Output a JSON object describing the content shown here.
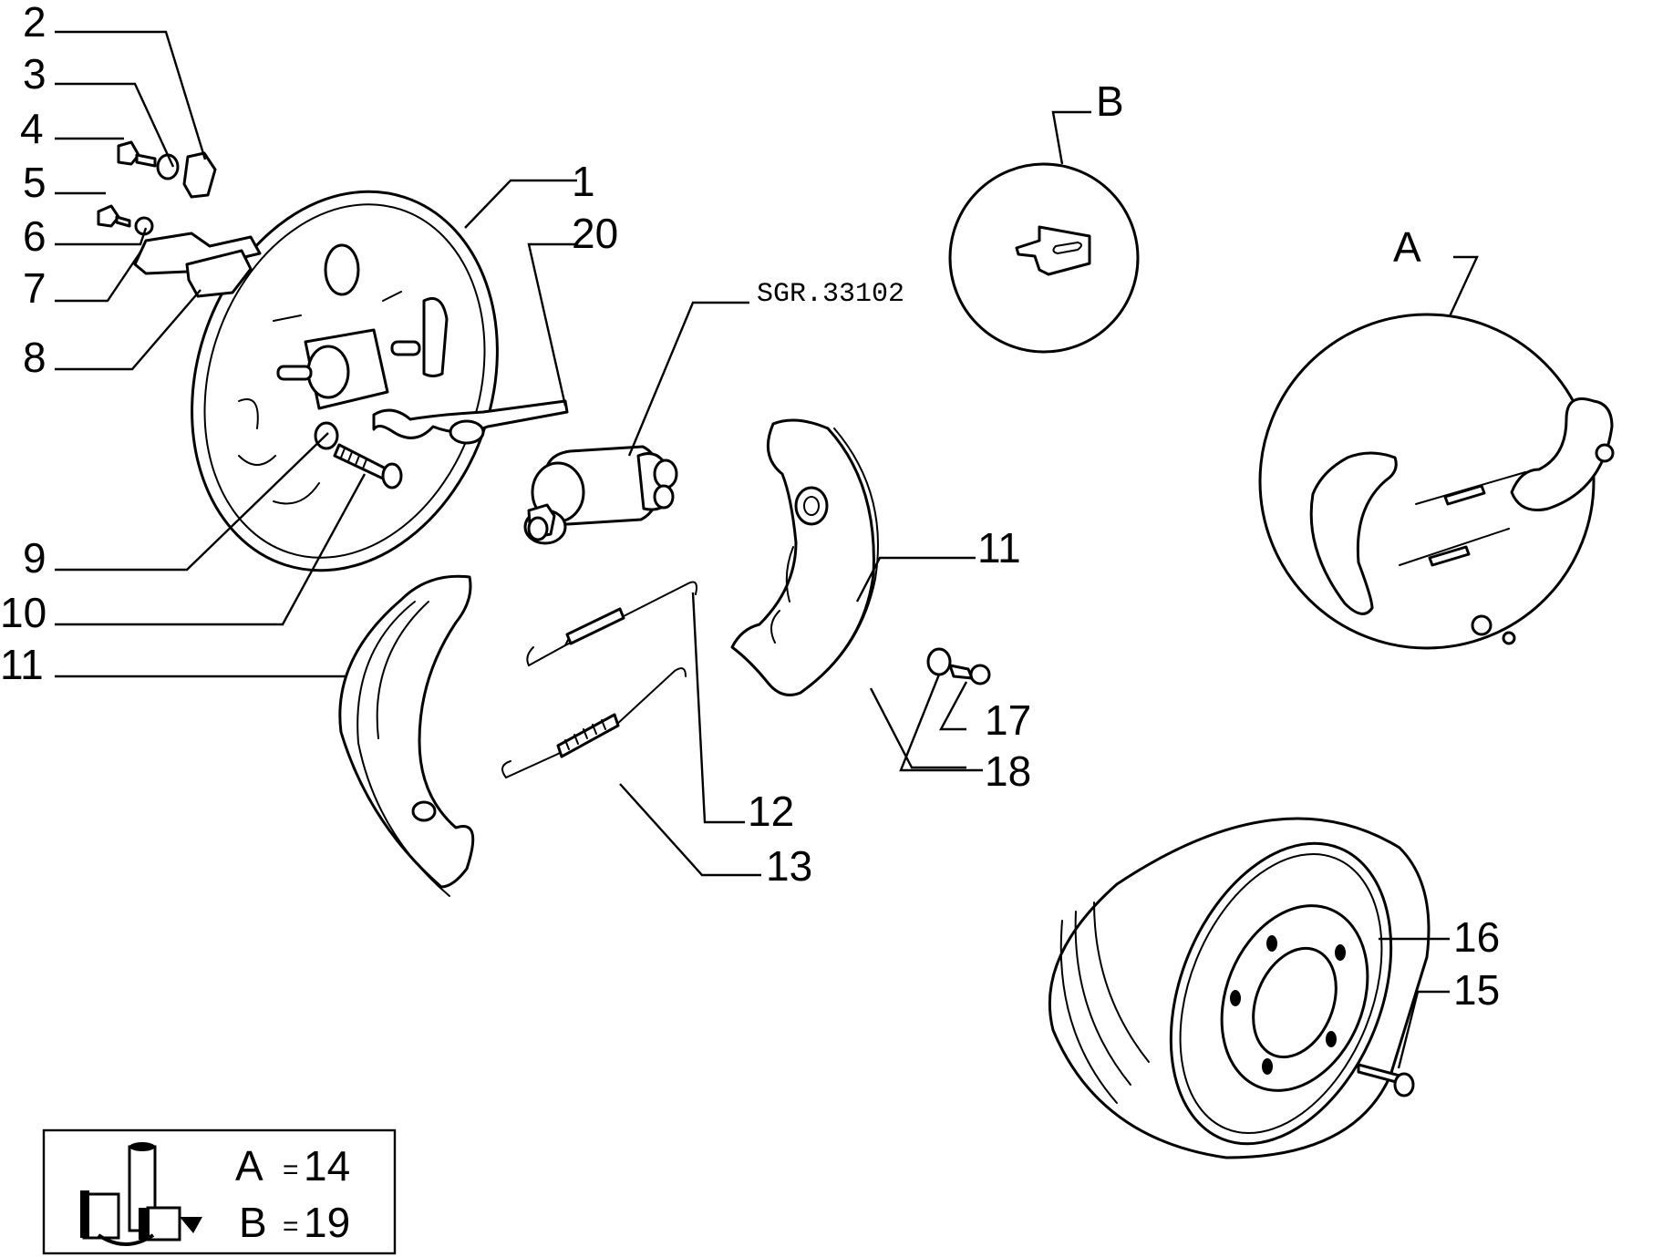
{
  "callouts": {
    "c1": "1",
    "c2": "2",
    "c3": "3",
    "c4": "4",
    "c5": "5",
    "c6": "6",
    "c7": "7",
    "c8": "8",
    "c9": "9",
    "c10": "10",
    "c11a": "11",
    "c11b": "11",
    "c12": "12",
    "c13": "13",
    "c15": "15",
    "c16": "16",
    "c17": "17",
    "c18": "18",
    "c20": "20"
  },
  "reference_code": "SGR.33102",
  "details": {
    "a": "A",
    "b": "B"
  },
  "legend": {
    "row_a_letter": "A",
    "row_a_sign": "=",
    "row_a_value": "14",
    "row_b_letter": "B",
    "row_b_sign": "=",
    "row_b_value": "19"
  }
}
